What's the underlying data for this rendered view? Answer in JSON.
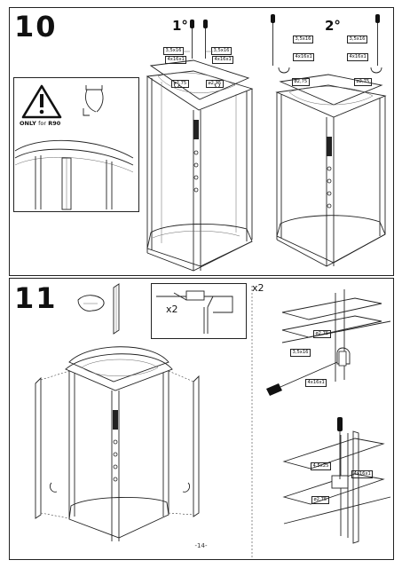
{
  "page": {
    "number": "-14-"
  },
  "step10": {
    "number": "10",
    "warning": {
      "text_prefix": "ONLY",
      "text_for": "for",
      "model": "R90"
    },
    "left_view": {
      "label": "1°",
      "tags": {
        "screw_left": "3,5x16",
        "screw_right": "3,5x16",
        "washer_left": "4x16x1",
        "washer_right": "4x16x1",
        "hole_left": "ø2,75",
        "hole_right": "ø2,75"
      }
    },
    "right_view": {
      "label": "2°",
      "tags": {
        "screw_left": "3,5x16",
        "screw_right": "3,5x16",
        "washer_left": "4x16x1",
        "washer_right": "4x16x1",
        "hole_left": "ø2,75",
        "hole_right": "ø2,75"
      }
    }
  },
  "step11": {
    "number": "11",
    "inset_multiplier": "x2",
    "detail_multiplier": "x2",
    "detail_top_tags": {
      "hole": "ø2,75",
      "screw": "3,5x16",
      "washer": "4x16x1"
    },
    "detail_bottom_tags": {
      "screw": "4,5x25",
      "washer": "4x16x1",
      "hole": "ø2,75"
    }
  }
}
